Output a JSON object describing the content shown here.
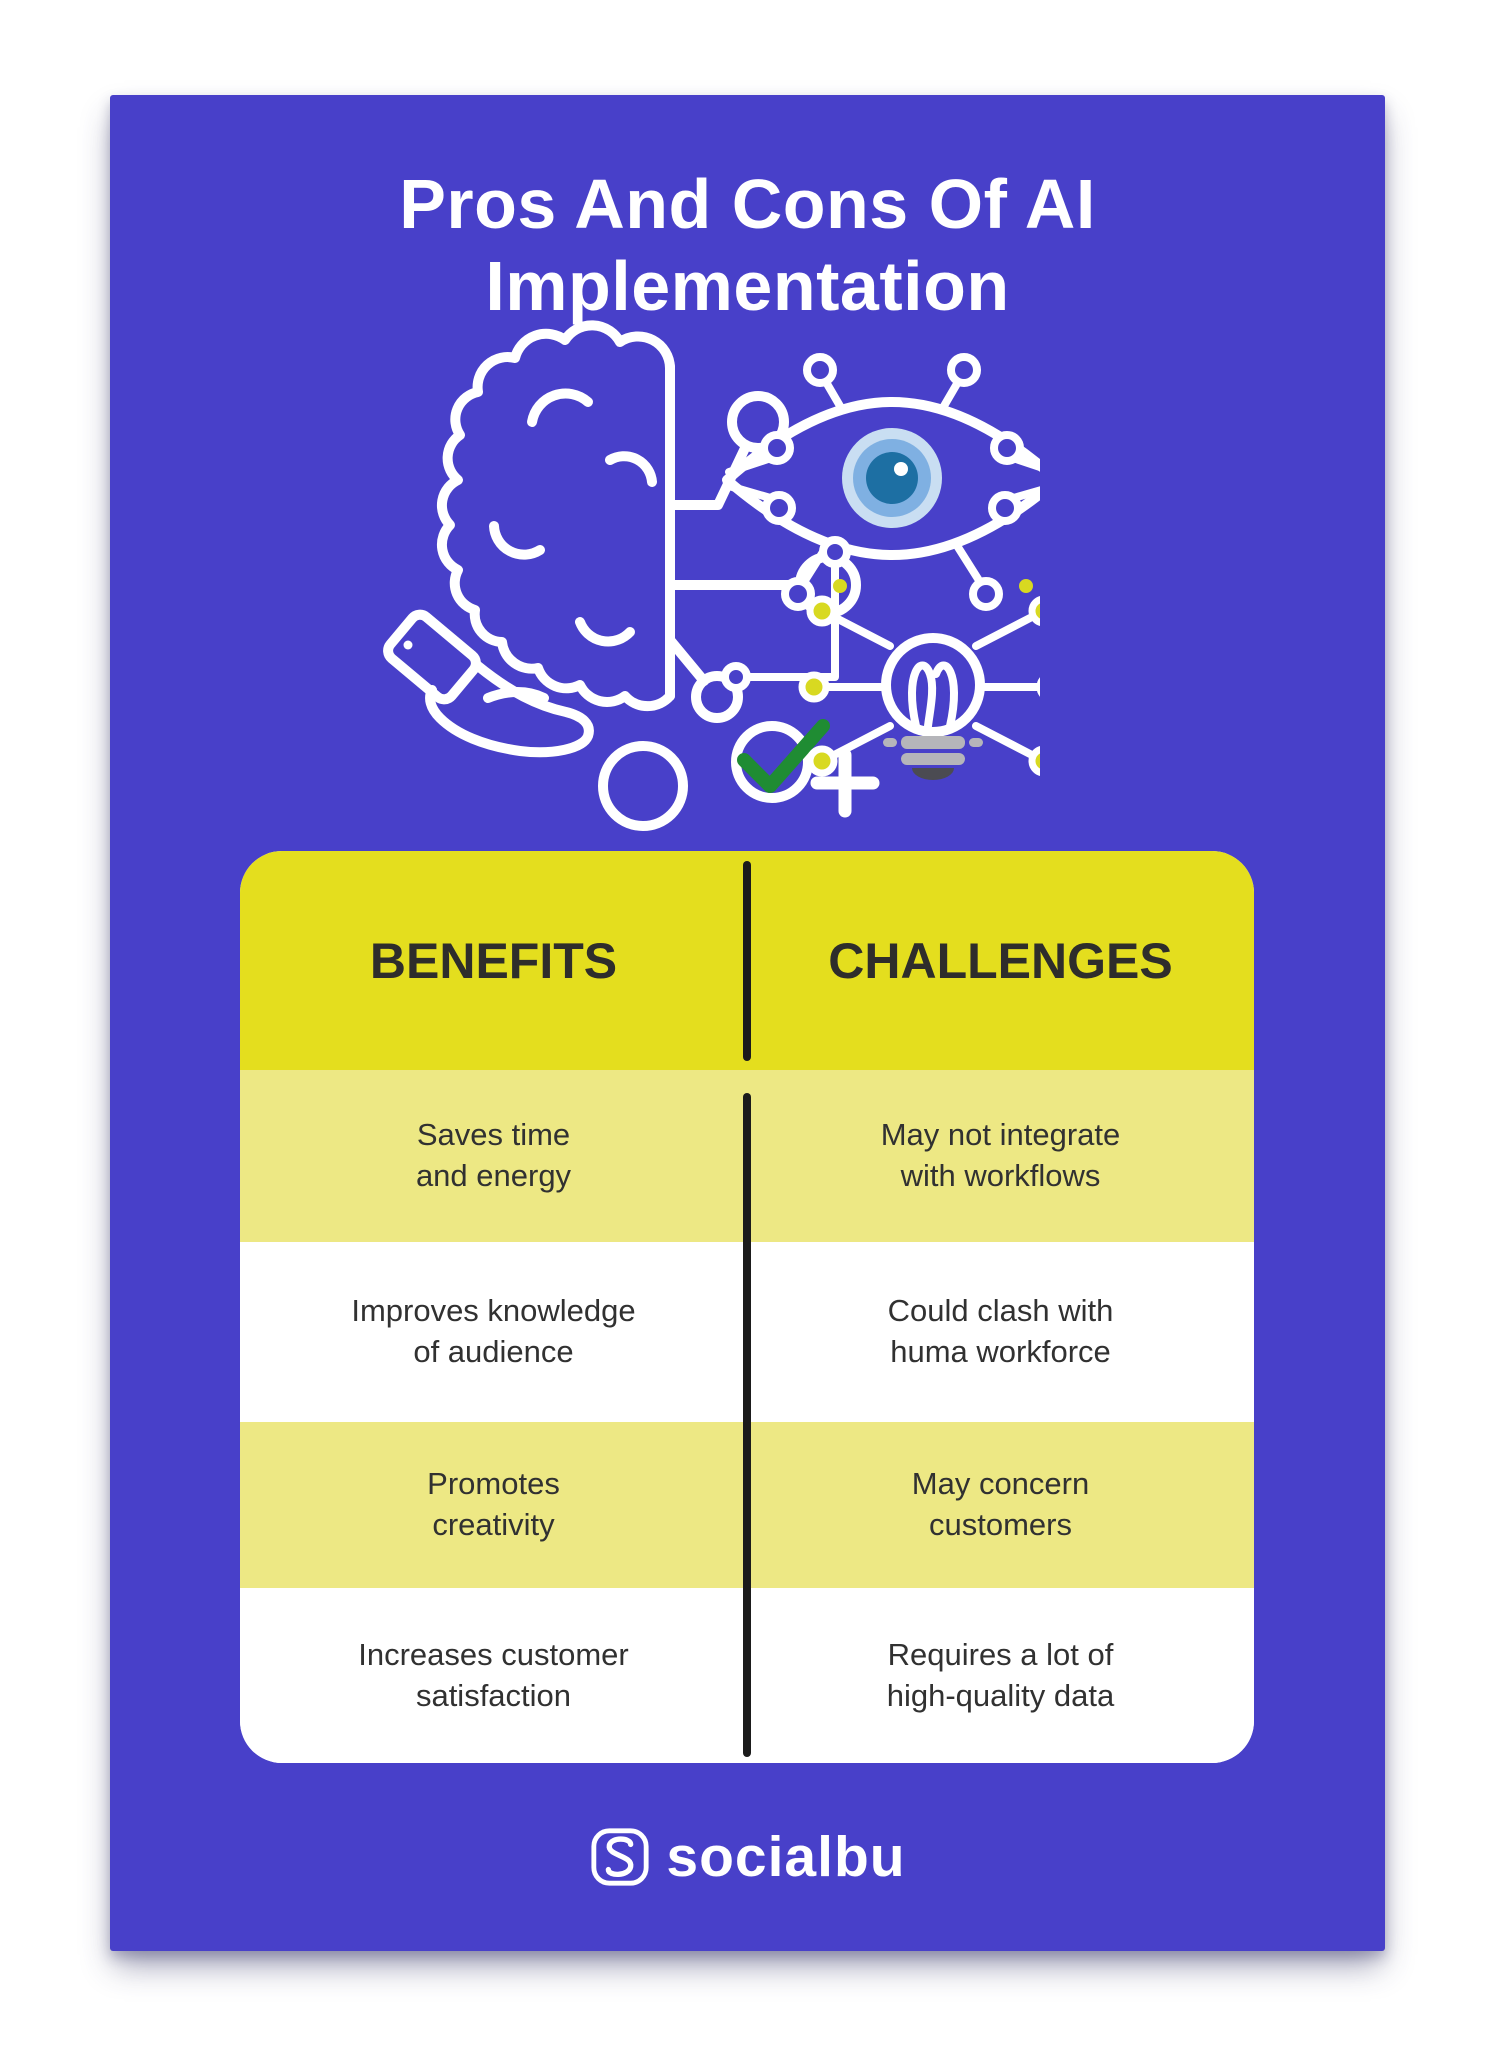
{
  "infographic": {
    "title": "Pros And Cons Of AI\nImplementation",
    "brand": "socialbu"
  },
  "table": {
    "headers": [
      "BENEFITS",
      "CHALLENGES"
    ],
    "rows": [
      {
        "benefit": "Saves time\nand energy",
        "challenge": "May not integrate\nwith workflows"
      },
      {
        "benefit": "Improves knowledge\nof audience",
        "challenge": "Could clash with\nhuma workforce"
      },
      {
        "benefit": "Promotes\ncreativity",
        "challenge": "May concern\ncustomers"
      },
      {
        "benefit": "Increases customer\nsatisfaction",
        "challenge": "Requires a lot of\nhigh-quality data"
      }
    ]
  },
  "illustration": {
    "parts": [
      "hand-icon",
      "brain-circuit-icon",
      "eye-circuit-icon",
      "lightbulb-circuit-icon",
      "check-icon",
      "plus-icon",
      "circle-icon"
    ]
  },
  "colors": {
    "card_blue": "#4840C9",
    "header_yellow": "#E4DE1E",
    "row_yellow": "#EDE884",
    "row_white": "#FFFFFF",
    "divider_black": "#1B1B1B",
    "text_dark": "#2E2D2B",
    "cell_text": "#313131",
    "check_green": "#1F8C33",
    "node_yellow": "#D8D921",
    "iris_outer": "#C9DEF2",
    "iris_mid": "#7FB0E2",
    "iris_core": "#1D6FA3",
    "bulb_base_gray": "#B5B5BA",
    "bulb_tip_gray": "#4B4B52"
  }
}
